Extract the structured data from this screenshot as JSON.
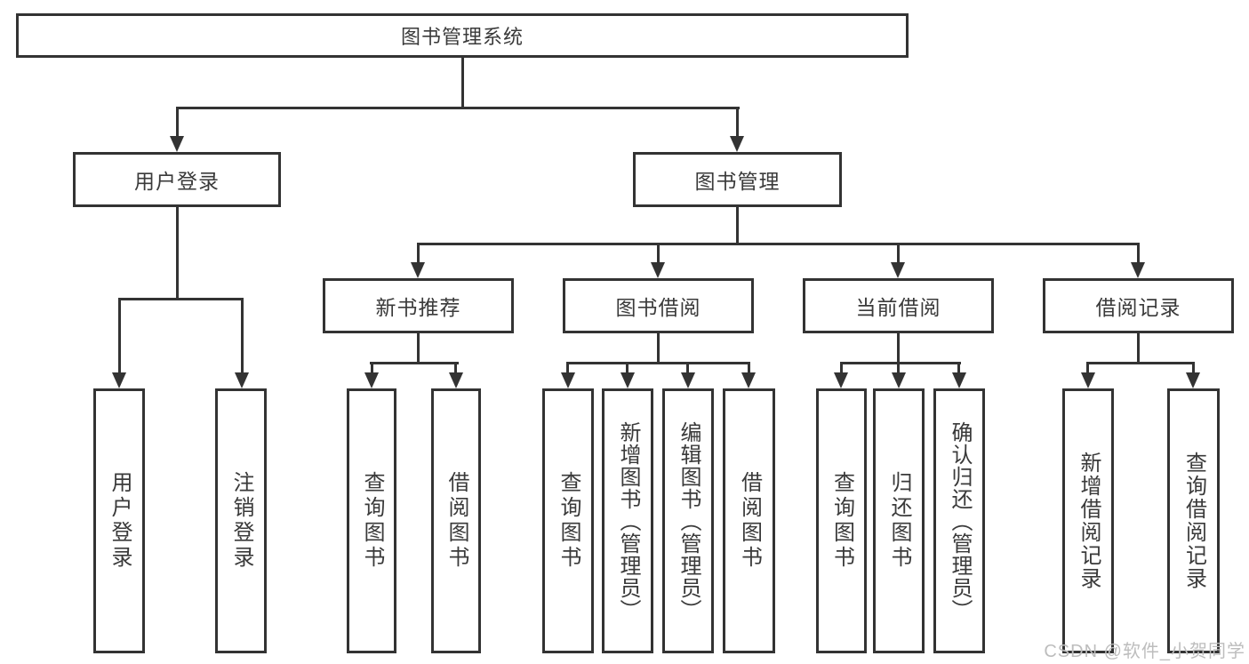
{
  "diagram": {
    "root": {
      "label": "图书管理系统"
    },
    "level2": [
      {
        "id": "user-login",
        "label": "用户登录"
      },
      {
        "id": "book-management",
        "label": "图书管理"
      }
    ],
    "level3": [
      {
        "id": "new-book-recommend",
        "parent": "图书管理",
        "label": "新书推荐"
      },
      {
        "id": "book-borrow",
        "parent": "图书管理",
        "label": "图书借阅"
      },
      {
        "id": "current-borrow",
        "parent": "图书管理",
        "label": "当前借阅"
      },
      {
        "id": "borrow-record",
        "parent": "图书管理",
        "label": "借阅记录"
      }
    ],
    "leaves": [
      {
        "parent": "用户登录",
        "label": "用户登录"
      },
      {
        "parent": "用户登录",
        "label": "注销登录"
      },
      {
        "parent": "新书推荐",
        "label": "查询图书"
      },
      {
        "parent": "新书推荐",
        "label": "借阅图书"
      },
      {
        "parent": "图书借阅",
        "label": "查询图书"
      },
      {
        "parent": "图书借阅",
        "label": "新增图书（管理员）"
      },
      {
        "parent": "图书借阅",
        "label": "编辑图书（管理员）"
      },
      {
        "parent": "图书借阅",
        "label": "借阅图书"
      },
      {
        "parent": "当前借阅",
        "label": "查询图书"
      },
      {
        "parent": "当前借阅",
        "label": "归还图书"
      },
      {
        "parent": "当前借阅",
        "label": "确认归还（管理员）"
      },
      {
        "parent": "借阅记录",
        "label": "新增借阅记录"
      },
      {
        "parent": "借阅记录",
        "label": "查询借阅记录"
      }
    ],
    "watermark": "CSDN @软件_小贺同学",
    "colors": {
      "line": "#333333",
      "text": "#3a3a3a",
      "background": "#ffffff",
      "watermark": "#bdbdbd"
    }
  }
}
